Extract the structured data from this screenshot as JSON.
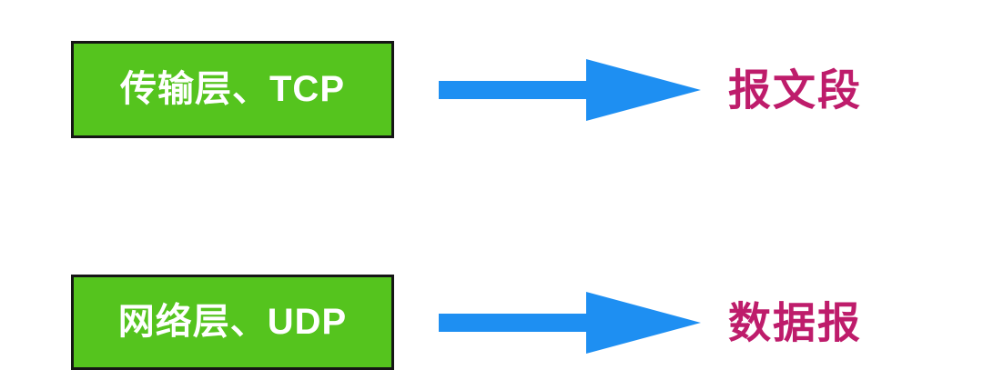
{
  "colors": {
    "box_fill": "#55c41e",
    "box_border": "#151515",
    "box_text": "#ffffff",
    "arrow": "#1e8ff2",
    "label": "#be1c6b"
  },
  "rows": [
    {
      "box_label": "传输层、TCP",
      "result_label": "报文段"
    },
    {
      "box_label": "网络层、UDP",
      "result_label": "数据报"
    }
  ]
}
